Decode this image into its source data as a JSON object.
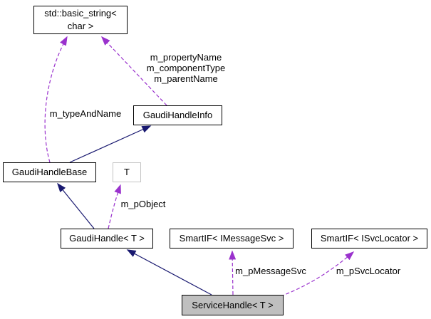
{
  "diagram_type": "class-collaboration-graph",
  "colors": {
    "background": "#ffffff",
    "node_border": "#000000",
    "node_fill": "#ffffff",
    "highlighted_node_fill": "#bfbfbf",
    "template_param_border": "#c4c4c4",
    "inheritance_edge": "#191970",
    "usage_edge": "#9a32cd",
    "text": "#000000"
  },
  "nodes": [
    {
      "id": "std-basic-string",
      "label": "std::basic_string<\nchar >"
    },
    {
      "id": "gaudi-handle-info",
      "label": "GaudiHandleInfo"
    },
    {
      "id": "gaudi-handle-base",
      "label": "GaudiHandleBase"
    },
    {
      "id": "template-param-t",
      "label": "T"
    },
    {
      "id": "gaudi-handle-t",
      "label": "GaudiHandle< T >"
    },
    {
      "id": "smartif-imessagesvc",
      "label": "SmartIF< IMessageSvc >"
    },
    {
      "id": "smartif-isvclocator",
      "label": "SmartIF< ISvcLocator >"
    },
    {
      "id": "service-handle-t",
      "label": "ServiceHandle< T >"
    }
  ],
  "edge_labels": {
    "property_group": "m_propertyName\nm_componentType\nm_parentName",
    "type_and_name": "m_typeAndName",
    "p_object": "m_pObject",
    "p_message_svc": "m_pMessageSvc",
    "p_svc_locator": "m_pSvcLocator"
  },
  "edges": [
    {
      "from": "GaudiHandleBase",
      "to": "std::basic_string< char >",
      "type": "usage-dashed",
      "label": "m_typeAndName"
    },
    {
      "from": "GaudiHandleInfo",
      "to": "std::basic_string< char >",
      "type": "usage-dashed",
      "label": "m_propertyName, m_componentType, m_parentName"
    },
    {
      "from": "GaudiHandleBase",
      "to": "GaudiHandleInfo",
      "type": "inheritance-solid",
      "label": ""
    },
    {
      "from": "GaudiHandle< T >",
      "to": "GaudiHandleBase",
      "type": "inheritance-solid",
      "label": ""
    },
    {
      "from": "GaudiHandle< T >",
      "to": "T",
      "type": "usage-dashed",
      "label": "m_pObject"
    },
    {
      "from": "ServiceHandle< T >",
      "to": "GaudiHandle< T >",
      "type": "inheritance-solid",
      "label": ""
    },
    {
      "from": "ServiceHandle< T >",
      "to": "SmartIF< IMessageSvc >",
      "type": "usage-dashed",
      "label": "m_pMessageSvc"
    },
    {
      "from": "ServiceHandle< T >",
      "to": "SmartIF< ISvcLocator >",
      "type": "usage-dashed",
      "label": "m_pSvcLocator"
    }
  ]
}
